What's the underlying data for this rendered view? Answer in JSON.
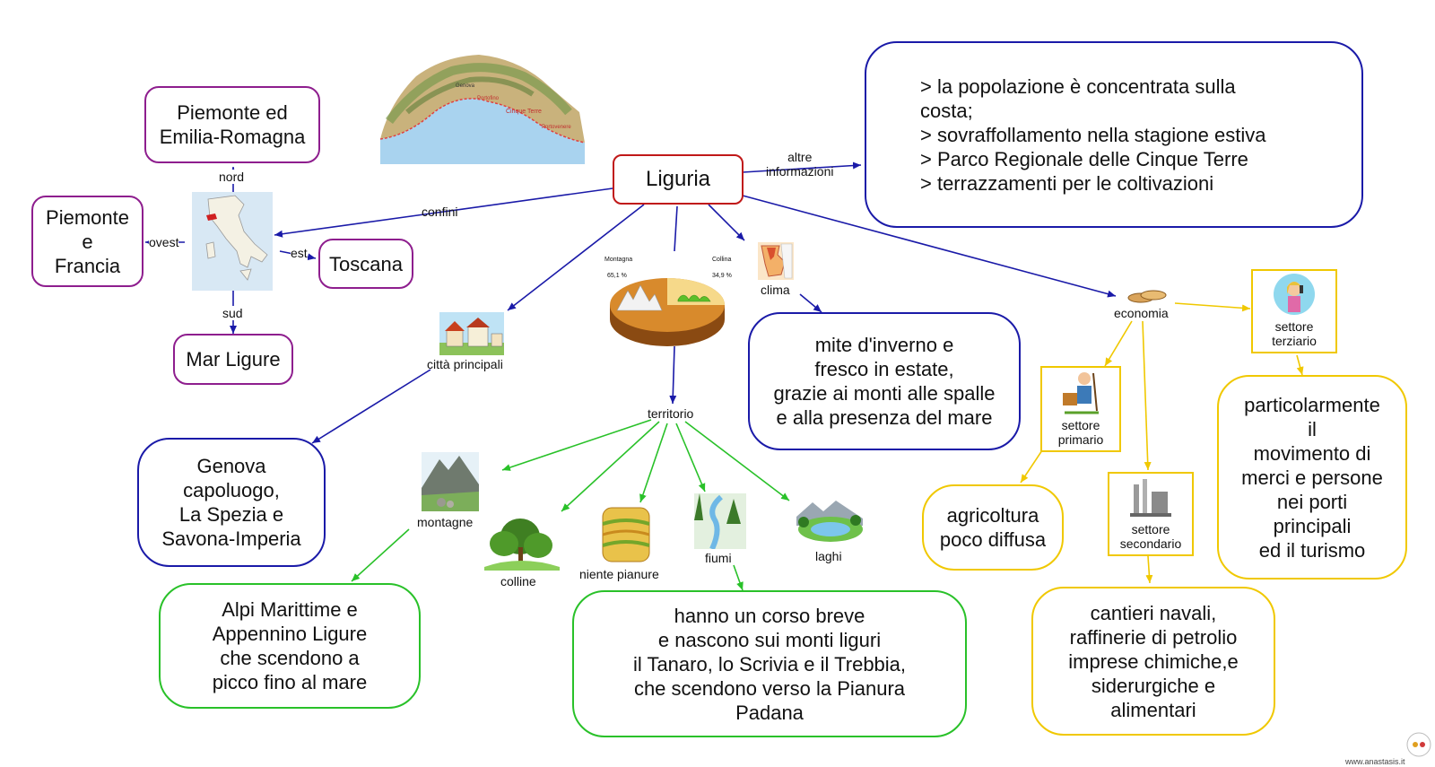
{
  "root": "Liguria",
  "confini": {
    "link_label": "confini",
    "nord": "nord",
    "ovest": "ovest",
    "est": "est",
    "sud": "sud",
    "nord_box": "Piemonte ed\nEmilia-Romagna",
    "ovest_box": "Piemonte\ne\nFrancia",
    "est_box": "Toscana",
    "sud_box": "Mar Ligure"
  },
  "map": {
    "labels": [
      "Portofino",
      "Cinque Terre",
      "Portovenere",
      "Genova"
    ]
  },
  "citta": {
    "label": "città principali",
    "box": "Genova\ncapoluogo,\nLa Spezia e\nSavona-Imperia"
  },
  "pie": {
    "label_left": "Montagna",
    "value_left": "65,1 %",
    "label_right": "Collina",
    "value_right": "34,9 %"
  },
  "territorio": {
    "label": "territorio",
    "montagne": "montagne",
    "colline": "colline",
    "pianure": "niente pianure",
    "fiumi": "fiumi",
    "laghi": "laghi",
    "montagne_box": "Alpi Marittime e\nAppennino Ligure\nche scendono a\npicco fino al mare",
    "fiumi_box": "hanno un corso breve\ne nascono sui monti liguri\nil Tanaro, lo Scrivia e il Trebbia,\nche scendono verso la Pianura\nPadana"
  },
  "clima": {
    "label": "clima",
    "box": "mite d'inverno e\nfresco in estate,\ngrazie ai monti alle spalle\ne alla presenza del mare"
  },
  "altre": {
    "label": "altre\ninformazioni",
    "lines": [
      "> la popolazione è concentrata sulla",
      "costa;",
      "> sovraffollamento nella stagione estiva",
      "> Parco Regionale delle Cinque Terre",
      "> terrazzamenti per le coltivazioni"
    ]
  },
  "economia": {
    "label": "economia",
    "primario": "settore\nprimario",
    "secondario": "settore\nsecondario",
    "terziario": "settore\nterziario",
    "primario_box": "agricoltura\npoco diffusa",
    "secondario_box": "cantieri navali,\nraffinerie di petrolio\nimprese chimiche,e\nsiderurgiche e\nalimentari",
    "terziario_box": "particolarmente\nil\nmovimento di\nmerci e persone\nnei porti\nprincipali\ned il turismo"
  },
  "footer": "www.anastasis.it",
  "colors": {
    "root": "#c01818",
    "purple": "#8e1e8e",
    "blue": "#1a1aa8",
    "green": "#29c129",
    "yellow": "#f0c800"
  }
}
